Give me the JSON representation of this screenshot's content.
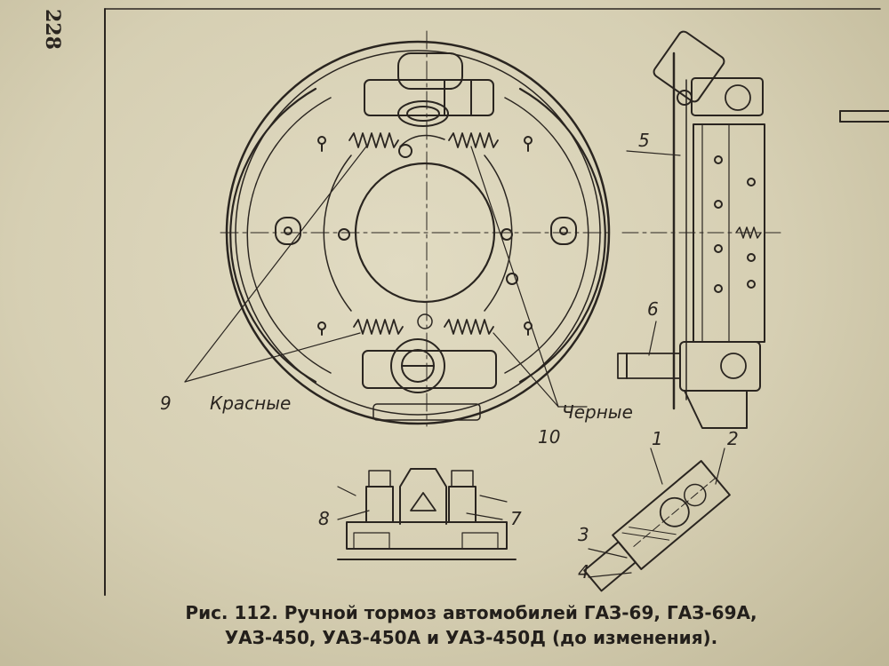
{
  "page": {
    "number": "228"
  },
  "callouts": {
    "red": "Красные",
    "black": "Черные",
    "n1": "1",
    "n2": "2",
    "n3": "3",
    "n4": "4",
    "n5": "5",
    "n6": "6",
    "n7": "7",
    "n8": "8",
    "n9": "9",
    "n10": "10"
  },
  "caption": {
    "line1": "Рис. 112. Ручной тормоз автомобилей ГАЗ-69, ГАЗ-69А,",
    "line2": "УАЗ-450, УАЗ-450А и УАЗ-450Д (до изменения)."
  },
  "colors": {
    "paper": "#d9d2b6",
    "ink": "#2a2520"
  }
}
